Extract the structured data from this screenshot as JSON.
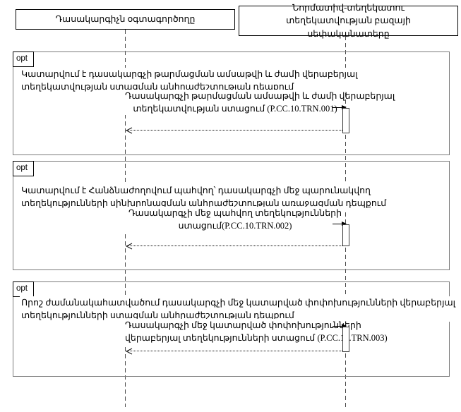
{
  "diagram": {
    "type": "uml-sequence",
    "participants": [
      {
        "label": "Դասակարգիչն օգտագործողը"
      },
      {
        "label": "Նորմատիվ-տեղեկատու տեղեկատվության բազայի սեփականատերը"
      }
    ],
    "fragments": [
      {
        "operator": "opt",
        "guard": {
          "line1": "Կատարվում է դասակարգչի թարմացման ամսաթվի և ժամի վերաբերյալ",
          "line2": "տեղեկատվության ստացման անհրաժեշտության դեպքում"
        },
        "message": {
          "line1": "Դասակարգչի թարմացման ամսաթվի և ժամի վերաբերյալ",
          "line2": "տեղեկատվության ստացում (P.CC.10.TRN.001)"
        }
      },
      {
        "operator": "opt",
        "guard": {
          "line1": "Կատարվում է Հանձնաժողովում պահվող՝ դասակարգչի մեջ պարունակվող",
          "line2": "տեղեկությունների սինխրոնացման անհրաժեշտության առաջացման դեպքում"
        },
        "message": {
          "line1": "Դասակարգչի մեջ պահվող տեղեկությունների",
          "line2": "ստացում(P.CC.10.TRN.002)"
        }
      },
      {
        "operator": "opt",
        "guard": {
          "line1": "Որոշ ժամանակահատվածում դասակարգչի մեջ կատարված փոփոխությունների վերաբերյալ",
          "line2": "տեղեկությունների ստացման անհրաժեշտության դեպքում"
        },
        "message": {
          "line1": "Դասակարգչի մեջ կատարված փոփոխությունների",
          "line2": "վերաբերյալ տեղեկությունների ստացում (P.CC.10.TRN.003)"
        }
      }
    ],
    "colors": {
      "frame_border": "#7a7a7a",
      "participant_border": "#000000",
      "lifeline": "#4a4a4a",
      "text": "#000000",
      "background": "#ffffff"
    }
  }
}
